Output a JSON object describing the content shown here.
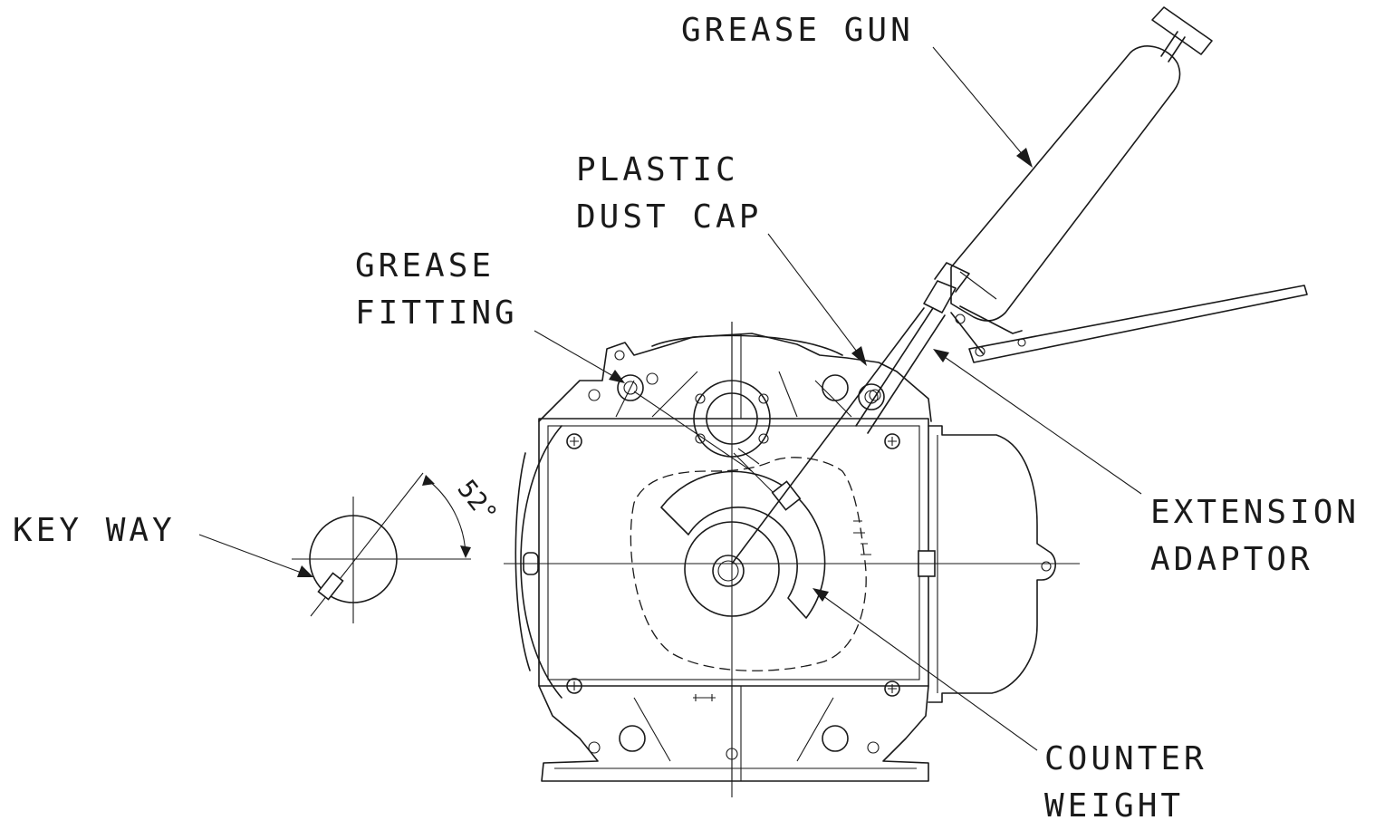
{
  "labels": {
    "grease_gun": "GREASE GUN",
    "plastic_dust_cap": [
      "PLASTIC",
      "DUST CAP"
    ],
    "grease_fitting": [
      "GREASE",
      "FITTING"
    ],
    "key_way": "KEY WAY",
    "extension_adaptor": [
      "EXTENSION",
      "ADAPTOR"
    ],
    "counter_weight": [
      "COUNTER",
      "WEIGHT"
    ],
    "angle": "52°"
  },
  "colors": {
    "ink": "#1a1a1a",
    "paper": "#ffffff"
  }
}
